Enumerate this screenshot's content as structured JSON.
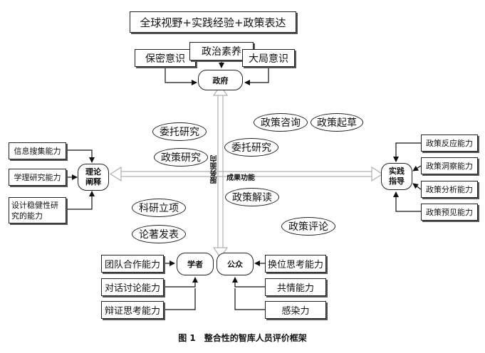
{
  "top_banner": "全球视野+实践经验+政策表达",
  "government": {
    "label": "政府",
    "inputs": [
      "保密意识",
      "政治素养",
      "大局意识"
    ]
  },
  "theory": {
    "label": "理论阐释",
    "inputs": [
      "信息搜集能力",
      "学理研究能力",
      "设计稳健性研究的能力"
    ]
  },
  "practice": {
    "label": "实践指导",
    "inputs": [
      "政策反应能力",
      "政策洞察能力",
      "政策分析能力",
      "政策预见能力"
    ]
  },
  "scholar": {
    "label": "学者",
    "inputs": [
      "团队合作能力",
      "对话讨论能力",
      "辩证思考能力"
    ]
  },
  "public": {
    "label": "公众",
    "inputs": [
      "换位思考能力",
      "共情能力",
      "感染力"
    ]
  },
  "axes": {
    "vertical": "服务面向",
    "horizontal": "成果功能"
  },
  "ovals": [
    "委托研究",
    "政策研究",
    "政策咨询",
    "政策起草",
    "委托研究",
    "政策解读",
    "科研立项",
    "论著发表",
    "政策评论"
  ],
  "caption": "图 1　整合性的智库人员评价框架"
}
